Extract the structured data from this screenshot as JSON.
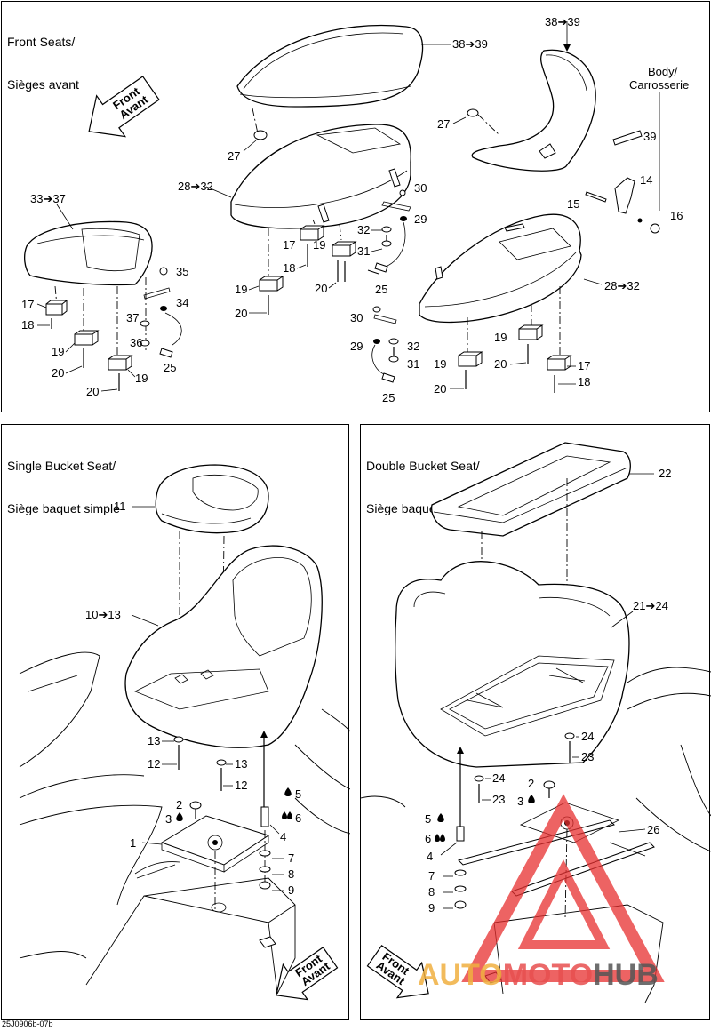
{
  "panels": {
    "front": {
      "title_en": "Front Seats/",
      "title_fr": "Sièges avant"
    },
    "single": {
      "title_en": "Single Bucket Seat/",
      "title_fr": "Siège baquet simple"
    },
    "double": {
      "title_en": "Double Bucket Seat/",
      "title_fr": "Siège baquet double"
    }
  },
  "arrows": {
    "front_label": "Front",
    "avant_label": "Avant"
  },
  "labels": {
    "body": "Body/",
    "carrosserie": "Carrosserie",
    "front_backrest_center": "38➔39",
    "front_backrest_right": "38➔39",
    "seat_left": "33➔37",
    "cushion_center": "28➔32",
    "cushion_right": "28➔32",
    "single_seat": "10➔13",
    "double_seat": "21➔24",
    "n1": "1",
    "n2": "2",
    "n2b": "2",
    "n3": "3",
    "n3b": "3",
    "n4": "4",
    "n4b": "4",
    "n5": "5",
    "n5b": "5",
    "n6": "6",
    "n6b": "6",
    "n7": "7",
    "n7b": "7",
    "n8": "8",
    "n8b": "8",
    "n9": "9",
    "n9b": "9",
    "n11": "11",
    "n12": "12",
    "n12b": "12",
    "n13": "13",
    "n13b": "13",
    "n14": "14",
    "n15": "15",
    "n16": "16",
    "n17a": "17",
    "n17b": "17",
    "n17c": "17",
    "n18a": "18",
    "n18b": "18",
    "n18c": "18",
    "n19a": "19",
    "n19b": "19",
    "n19c": "19",
    "n19d": "19",
    "n19e": "19",
    "n19f": "19",
    "n20a": "20",
    "n20b": "20",
    "n20c": "20",
    "n20d": "20",
    "n20e": "20",
    "n20f": "20",
    "n22": "22",
    "n23": "23",
    "n23b": "23",
    "n24": "24",
    "n24b": "24",
    "n25a": "25",
    "n25b": "25",
    "n25c": "25",
    "n26": "26",
    "n27a": "27",
    "n27b": "27",
    "n29a": "29",
    "n29b": "29",
    "n30a": "30",
    "n30b": "30",
    "n31a": "31",
    "n31b": "31",
    "n32a": "32",
    "n32b": "32",
    "n34": "34",
    "n35": "35",
    "n36": "36",
    "n37": "37",
    "n39": "39"
  },
  "footer": {
    "code": "25J0906b-07b"
  },
  "watermark": {
    "auto": "AUTO",
    "moto": "MOTO",
    "hub": "HUB",
    "auto_color": "#f0b040",
    "moto_color": "#e85050",
    "hub_color": "#555555",
    "logo_color": "#e83030"
  }
}
